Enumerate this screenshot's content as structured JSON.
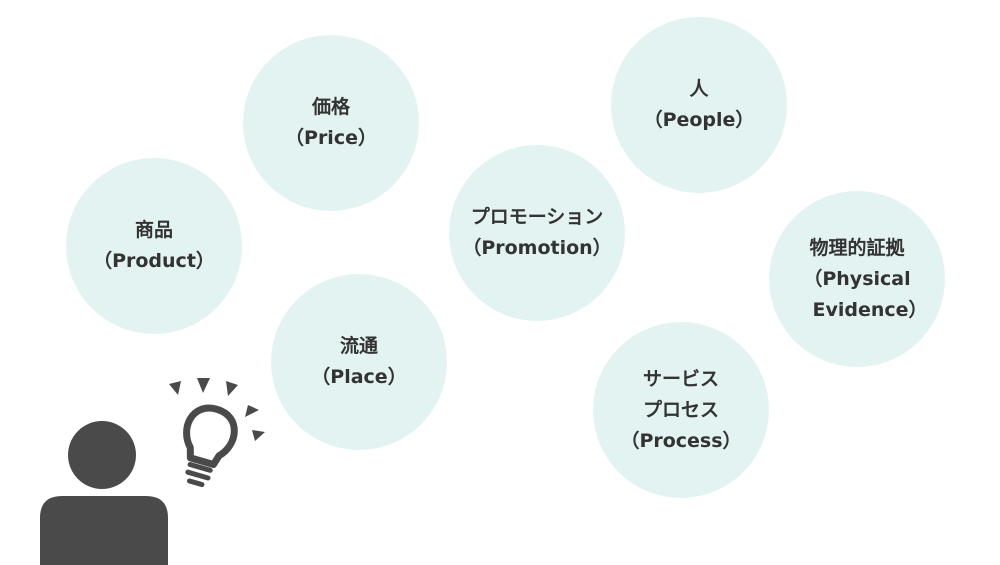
{
  "circles": {
    "product": {
      "line1": "商品",
      "line2": "（Product）"
    },
    "price": {
      "line1": "価格",
      "line2": "（Price）"
    },
    "place": {
      "line1": "流通",
      "line2": "（Place）"
    },
    "promotion": {
      "line1": "プロモーション",
      "line2": "（Promotion）"
    },
    "people": {
      "line1": "人",
      "line2": "（People）"
    },
    "physical": {
      "line1": "物理的証拠",
      "line2": "（Physical",
      "line3": "Evidence）"
    },
    "process": {
      "line1": "サービス",
      "line2": "プロセス",
      "line3": "（Process）"
    }
  },
  "colors": {
    "circle_fill": "#e3f3f2",
    "text": "#333333",
    "person": "#4a4a4a"
  },
  "icons": [
    "person-icon",
    "light-bulb-icon"
  ]
}
